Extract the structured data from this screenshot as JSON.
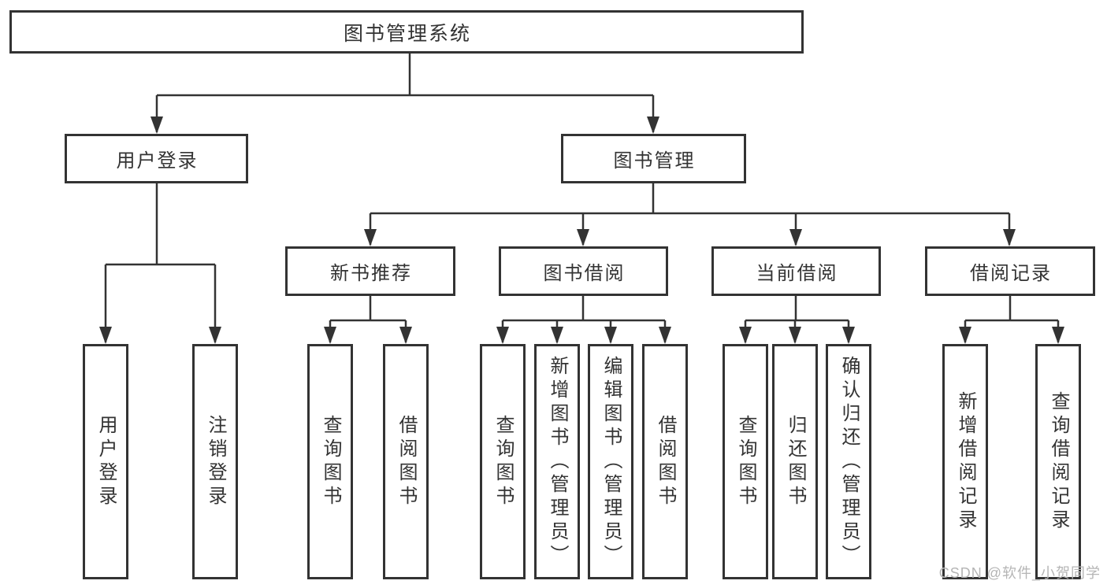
{
  "diagram": {
    "root": {
      "label": "图书管理系统"
    },
    "branches": [
      {
        "label": "用户登录",
        "children": [
          {
            "label": "用户登录"
          },
          {
            "label": "注销登录"
          }
        ]
      },
      {
        "label": "图书管理",
        "children": [
          {
            "label": "新书推荐",
            "children": [
              {
                "label": "查询图书"
              },
              {
                "label": "借阅图书"
              }
            ]
          },
          {
            "label": "图书借阅",
            "children": [
              {
                "label": "查询图书"
              },
              {
                "label": "新增图书（管理员）"
              },
              {
                "label": "编辑图书（管理员）"
              },
              {
                "label": "借阅图书"
              }
            ]
          },
          {
            "label": "当前借阅",
            "children": [
              {
                "label": "查询图书"
              },
              {
                "label": "归还图书"
              },
              {
                "label": "确认归还（管理员）"
              }
            ]
          },
          {
            "label": "借阅记录",
            "children": [
              {
                "label": "新增借阅记录"
              },
              {
                "label": "查询借阅记录"
              }
            ]
          }
        ]
      }
    ]
  },
  "watermark": {
    "text": "CSDN @软件_小贺同学"
  },
  "colors": {
    "line": "#333333",
    "box_border": "#333333",
    "text": "#333333",
    "watermark": "#b5b5b5",
    "background": "#ffffff"
  }
}
